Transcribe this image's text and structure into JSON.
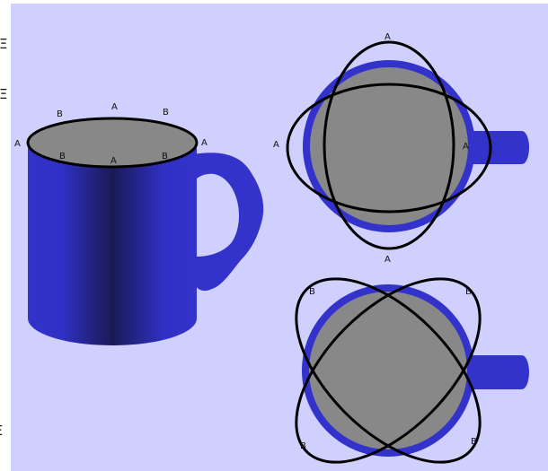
{
  "colors": {
    "background": "#d0d0ff",
    "mug_blue": "#3333cc",
    "mug_dark": "#1a1a55",
    "rim_gray": "#888888",
    "outline": "#000000"
  },
  "edge_glyphs": {
    "top": "Ξ",
    "middle": "Ξ",
    "bottom": "Ξ"
  },
  "side_view": {
    "rim_outer_labels": [
      "A",
      "B",
      "A",
      "B",
      "A"
    ],
    "rim_inner_labels": [
      "B",
      "A",
      "B"
    ]
  },
  "top_view_a": {
    "labels": [
      "A",
      "A",
      "A",
      "A"
    ]
  },
  "top_view_b": {
    "labels": [
      "B",
      "B",
      "B",
      "B"
    ]
  }
}
